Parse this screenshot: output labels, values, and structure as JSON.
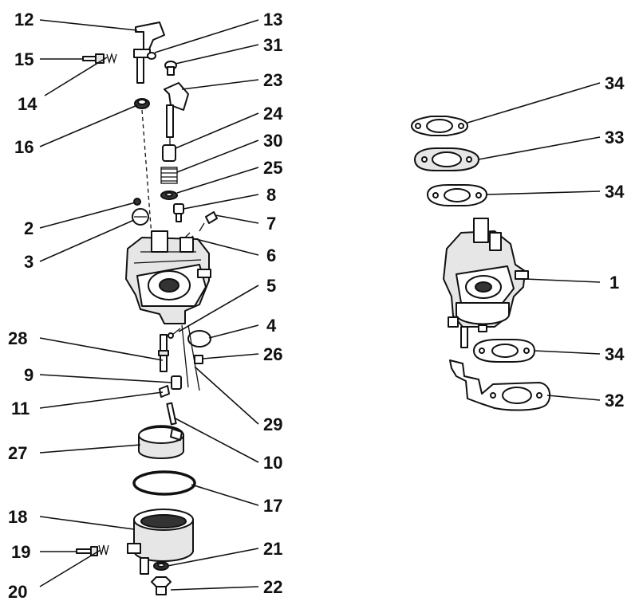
{
  "diagram": {
    "callouts": {
      "c1": "1",
      "c2": "2",
      "c3": "3",
      "c4": "4",
      "c5": "5",
      "c6": "6",
      "c7": "7",
      "c8": "8",
      "c9": "9",
      "c10": "10",
      "c11": "11",
      "c12": "12",
      "c13": "13",
      "c14": "14",
      "c15": "15",
      "c16": "16",
      "c17": "17",
      "c18": "18",
      "c19": "19",
      "c20": "20",
      "c21": "21",
      "c22": "22",
      "c23": "23",
      "c24": "24",
      "c25": "25",
      "c26": "26",
      "c27": "27",
      "c28": "28",
      "c29": "29",
      "c30": "30",
      "c31": "31",
      "c32": "32",
      "c33": "33",
      "c34a": "34",
      "c34b": "34",
      "c34c": "34"
    }
  }
}
